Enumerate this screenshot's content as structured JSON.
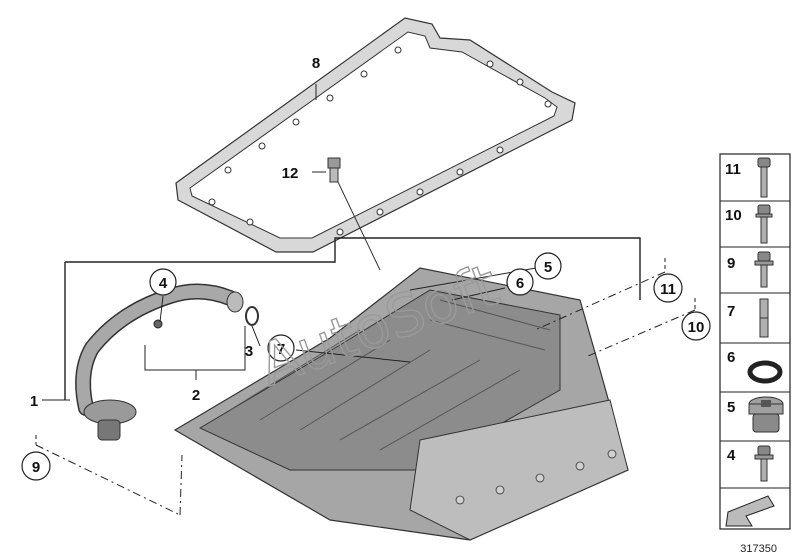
{
  "diagram": {
    "diagram_number": "317350",
    "watermark": "AutoSoft",
    "callouts": {
      "c1": "1",
      "c2": "2",
      "c3": "3",
      "c4": "4",
      "c5": "5",
      "c6": "6",
      "c7": "7",
      "c8": "8",
      "c9": "9",
      "c10": "10",
      "c11": "11",
      "c12": "12"
    }
  },
  "legend": {
    "items": [
      {
        "number": "11",
        "icon": "long-bolt-icon"
      },
      {
        "number": "10",
        "icon": "flange-bolt-icon"
      },
      {
        "number": "9",
        "icon": "short-flange-bolt-icon"
      },
      {
        "number": "7",
        "icon": "stud-icon"
      },
      {
        "number": "6",
        "icon": "sealing-ring-icon"
      },
      {
        "number": "5",
        "icon": "drain-plug-icon"
      },
      {
        "number": "4",
        "icon": "small-bolt-icon"
      }
    ],
    "bottom_icon": "arrow-icon"
  }
}
